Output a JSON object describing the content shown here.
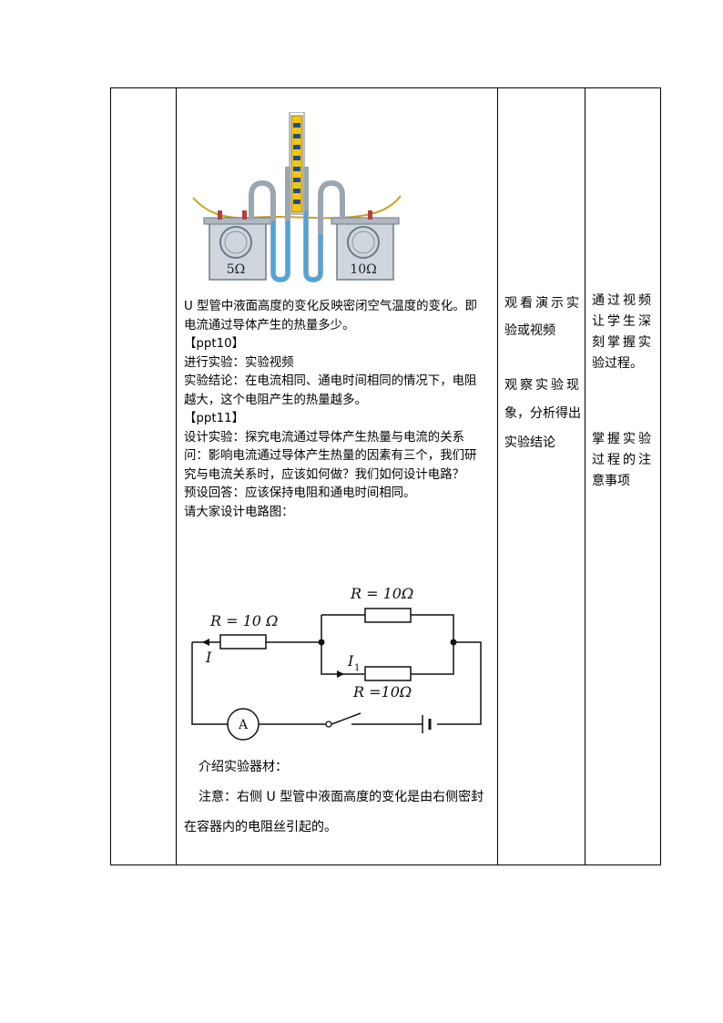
{
  "apparatus": {
    "left_label": "5Ω",
    "right_label": "10Ω"
  },
  "main": {
    "lines": [
      "U 型管中液面高度的变化反映密闭空气温度的变化。即",
      "电流通过导体产生的热量多少。",
      "【ppt10】",
      "进行实验：实验视频",
      "实验结论：在电流相同、通电时间相同的情况下，电阻",
      "越大，这个电阻产生的热量越多。",
      "【ppt11】",
      "设计实验：探究电流通过导体产生热量与电流的关系",
      "问：影响电流通过导体产生热量的因素有三个，我们研",
      "究与电流关系时，应该如何做？我们如何设计电路？",
      "预设回答：应该保持电阻和通电时间相同。",
      "请大家设计电路图："
    ],
    "intro": "介绍实验器材：",
    "note_line1": "注意：右侧 U 型管中液面高度的变化是由右侧密封",
    "note_line2": "在容器内的电阻丝引起的。"
  },
  "circuit": {
    "r_main": "R = 10 Ω",
    "r_top": "R = 10Ω",
    "r_bottom": "R =10Ω",
    "current": "I",
    "branch_current": "I",
    "branch_sub": "1",
    "ammeter": "A"
  },
  "student_col": {
    "line1": "观看演示实",
    "line2": "验或视频",
    "line3": "观察实验现",
    "line4": "象，分析得出",
    "line5": "实验结论"
  },
  "intent_col": {
    "line1": "通过视频",
    "line2": "让学生深",
    "line3": "刻掌握实",
    "line4": "验过程。",
    "line5": "掌握实验",
    "line6": "过程的注",
    "line7": "意事项"
  }
}
